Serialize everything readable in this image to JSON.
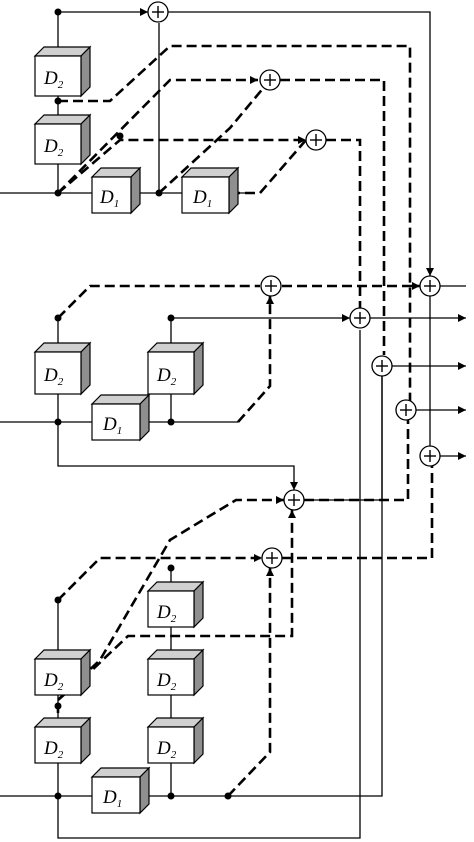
{
  "diagram": {
    "delay_units": {
      "d1": {
        "symbol": "D",
        "subscript": "1"
      },
      "d2": {
        "symbol": "D",
        "subscript": "2"
      }
    },
    "adder_symbol": "+"
  }
}
